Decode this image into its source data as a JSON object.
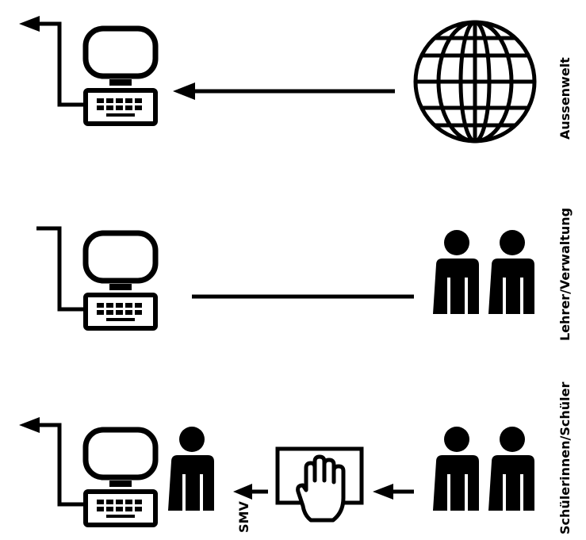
{
  "rows": {
    "top": {
      "label": "Aussenwelt"
    },
    "middle": {
      "label": "Lehrer/Verwaltung"
    },
    "bottom": {
      "label": "Schülerinnen/Schüler",
      "person_label": "SMV"
    }
  },
  "colors": {
    "ink": "#000000",
    "background": "#ffffff"
  },
  "icons": [
    "computer-icon",
    "globe-icon",
    "people-icon",
    "person-icon",
    "hand-panel-icon",
    "arrow-icon"
  ]
}
